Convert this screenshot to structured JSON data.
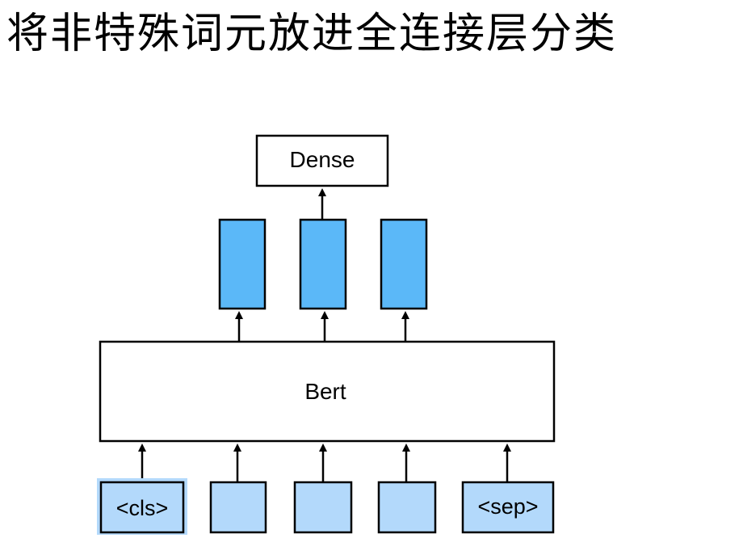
{
  "title": "将非特殊词元放进全连接层分类",
  "diagram": {
    "output_layer": "Dense",
    "encoder": "Bert",
    "input_tokens": [
      "<cls>",
      "",
      "",
      "",
      "<sep>"
    ],
    "hidden_outputs": 3,
    "colors": {
      "hidden_fill": "#5bb8f8",
      "token_fill": "#b3d9fb",
      "highlight_fill": "#b3d9fb",
      "stroke": "#000000",
      "box_fill": "#ffffff"
    }
  }
}
